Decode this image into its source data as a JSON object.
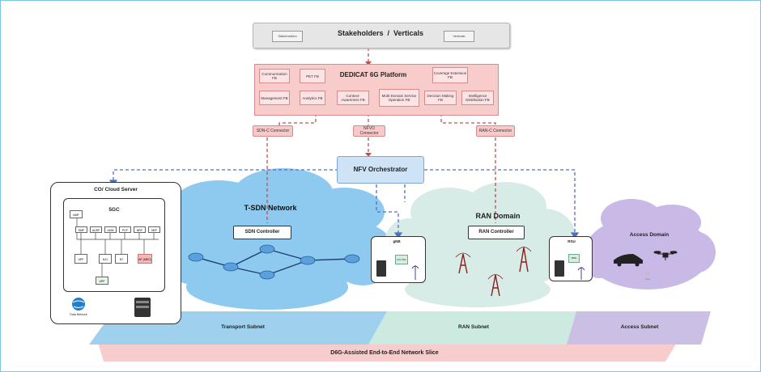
{
  "stakeholders": {
    "title": "Stakeholders  /  Verticals",
    "left_tag": "Stakeholders",
    "right_tag": "Verticals"
  },
  "platform": {
    "title": "DEDICAT 6G Platform",
    "blocks": [
      "Communication FB",
      "PET FB",
      "Coverage Extension FB",
      "Management FB",
      "Analytics FB",
      "Context-Awareness FB",
      "Multi-Domain Service Operation FB",
      "Decision Making FB",
      "Intelligence Distribution FB"
    ]
  },
  "connectors": {
    "sdn": "SDN-C Connector",
    "nfvo": "NFVO Connector",
    "ranc": "RAN-C Connector"
  },
  "orchestrator": "NFV Orchestrator",
  "cloud_server": {
    "title": "CO/ Cloud Server",
    "core": "5GC",
    "core_cells": [
      "AMF",
      "SMF",
      "AUSF",
      "UDM",
      "PCF",
      "NRF",
      "NEF",
      "UPF",
      "N11",
      "N7",
      "AF (MEC)",
      "UPF"
    ],
    "data_network": "Data Network"
  },
  "tsdn": {
    "title": "T-SDN Network",
    "controller": "SDN Controller"
  },
  "ran": {
    "title": "RAN Domain",
    "controller": "RAN Controller",
    "gnb": "gNB",
    "gnb_chip": "CU / DU",
    "rsu": "RSU",
    "rsu_chip": "RSU"
  },
  "access": {
    "title": "Access Domain",
    "user_label": "User"
  },
  "subnets": {
    "transport": "Transport Subnet",
    "ran": "RAN Subnet",
    "access": "Access Subnet",
    "slice": "D6G-Assisted End-to-End Network Slice"
  },
  "colors": {
    "platform_fill": "#f9cccc",
    "platform_border": "#d98a8a",
    "orchestrator_fill": "#cfe3f7",
    "tsdn_cloud": "#8ecaf0",
    "ran_cloud": "#d7ece6",
    "access_cloud": "#c9b9e6",
    "transport_plane": "#9fd1ee",
    "ran_plane": "#cdeae1",
    "access_plane": "#cbbfe6",
    "slice_plane": "#f6c3c3",
    "dashed_red": "#c0504d",
    "dashed_blue": "#4a72c4"
  }
}
